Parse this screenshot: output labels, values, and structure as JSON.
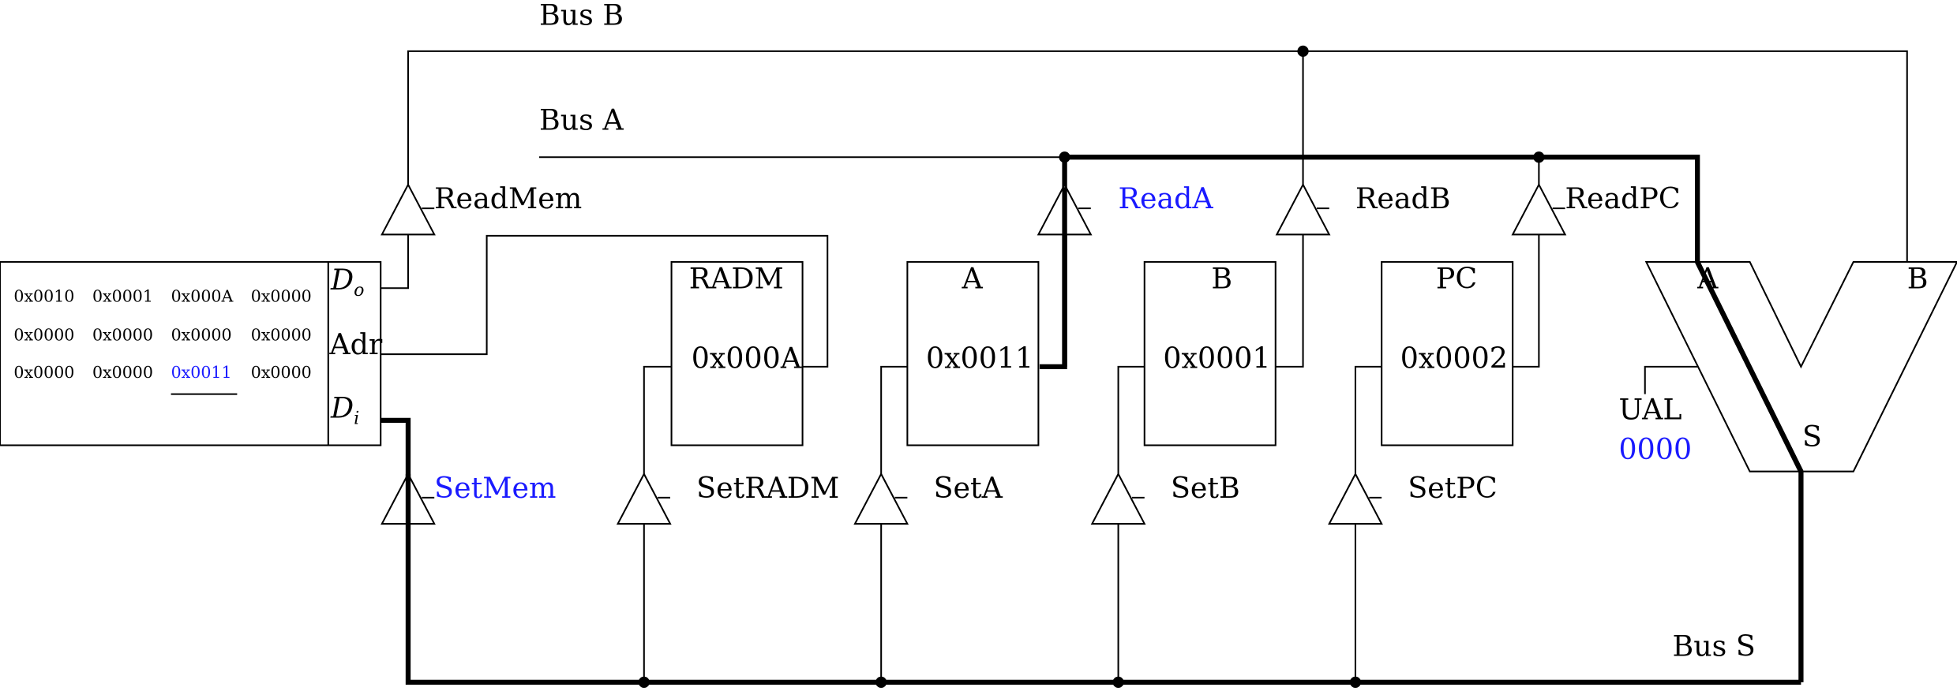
{
  "buses": {
    "bus_b": "Bus B",
    "bus_a": "Bus A",
    "bus_s": "Bus S"
  },
  "memory": {
    "cells": [
      [
        "0x0010",
        "0x0001",
        "0x000A",
        "0x0000"
      ],
      [
        "0x0000",
        "0x0000",
        "0x0000",
        "0x0000"
      ],
      [
        "0x0000",
        "0x0000",
        "0x0011",
        "0x0000"
      ]
    ],
    "highlighted_cell": "0x0011",
    "ports": {
      "data_out": "D",
      "data_out_sub": "o",
      "address": "Adr",
      "data_in": "D",
      "data_in_sub": "i"
    }
  },
  "registers": [
    {
      "name": "RADM",
      "value": "0x000A"
    },
    {
      "name": "A",
      "value": "0x0011"
    },
    {
      "name": "B",
      "value": "0x0001"
    },
    {
      "name": "PC",
      "value": "0x0002"
    }
  ],
  "read_gates": [
    {
      "label": "ReadMem",
      "active": false
    },
    {
      "label": "ReadA",
      "active": true
    },
    {
      "label": "ReadB",
      "active": false
    },
    {
      "label": "ReadPC",
      "active": false
    }
  ],
  "set_gates": [
    {
      "label": "SetMem",
      "active": true
    },
    {
      "label": "SetRADM",
      "active": false
    },
    {
      "label": "SetA",
      "active": false
    },
    {
      "label": "SetB",
      "active": false
    },
    {
      "label": "SetPC",
      "active": false
    }
  ],
  "alu": {
    "label": "UAL",
    "code": "0000",
    "input_a": "A",
    "input_b": "B",
    "output": "S"
  },
  "colors": {
    "active": "#1a1aff",
    "wire": "#000000"
  }
}
